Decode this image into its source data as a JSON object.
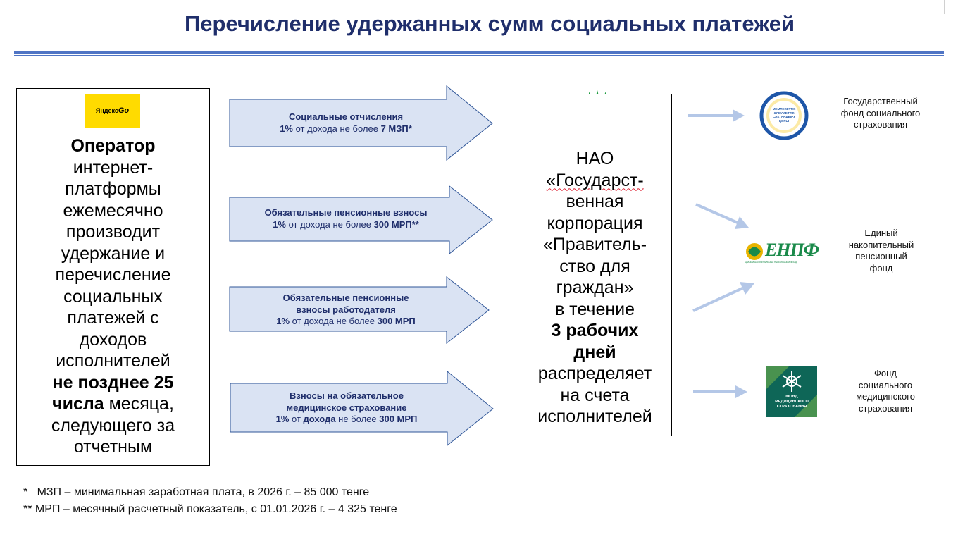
{
  "title": "Перечисление удержанных сумм социальных платежей",
  "operator": {
    "logo_text": "Яндекс",
    "logo_go": "Go",
    "line_bold": "Оператор",
    "lines": [
      "интернет-",
      "платформы",
      "ежемесячно",
      "производит",
      "удержание и",
      "перечисление",
      "социальных",
      "платежей с",
      "доходов",
      "исполнителей"
    ],
    "deadline_bold_1": "не позднее 25",
    "deadline_bold_2": "числа",
    "deadline_tail": " месяца,",
    "deadline_lines": [
      "следующего за",
      "отчетным"
    ]
  },
  "flows": [
    {
      "title_lines": [
        "Социальные отчисления"
      ],
      "pct": "1%",
      "mid": " от дохода не более ",
      "limit": "7 МЗП*",
      "mid_bold": false
    },
    {
      "title_lines": [
        "Обязательные пенсионные взносы"
      ],
      "pct": "1%",
      "mid": " от дохода не более ",
      "limit": "300 МРП**",
      "mid_bold": false
    },
    {
      "title_lines": [
        "Обязательные пенсионные",
        "взносы работодателя"
      ],
      "pct": "1%",
      "mid": " от дохода не более ",
      "limit": "300 МРП",
      "mid_bold": false
    },
    {
      "title_lines": [
        "Взносы на обязательное",
        "медицинское страхование"
      ],
      "pct": "1%",
      "mid_a": " от ",
      "mid_b": "дохода",
      "mid_c": " не более ",
      "limit": "300 МРП"
    }
  ],
  "corp": {
    "l1": "НАО",
    "l2": "«Государст-",
    "l3": "венная",
    "l4": "корпорация",
    "l5": "«Правитель-",
    "l6": "ство для",
    "l7": "граждан»",
    "l8": "в течение",
    "l9": "3 рабочих",
    "l10": "дней",
    "l11": "распределяет",
    "l12": "на счета",
    "l13": "исполнителей"
  },
  "recipients": [
    {
      "logo_text_lines": [
        "МЕМЛЕКЕТТІК",
        "ӘЛЕУМЕТТІК",
        "САҚТАНДЫРУ",
        "ҚОРЫ"
      ],
      "lines": [
        "Государственный",
        "фонд социального",
        "страхования"
      ]
    },
    {
      "logo_text": "ЕНПФ",
      "logo_sub": "ЕДИНЫЙ НАКОПИТЕЛЬНЫЙ ПЕНСИОННЫЙ ФОНД",
      "lines": [
        "Единый",
        "накопительный",
        "пенсионный",
        "фонд"
      ]
    },
    {
      "logo_text_lines": [
        "ФОНД",
        "МЕДИЦИНСКОГО",
        "СТРАХОВАНИЯ"
      ],
      "lines": [
        "Фонд",
        "социального",
        "медицинского",
        "страхования"
      ]
    }
  ],
  "footnotes": [
    "*   МЗП – минимальная заработная плата, в 2026 г. – 85 000 тенге",
    "** МРП – месячный расчетный показатель, с 01.01.2026 г. – 4 325 тенге"
  ],
  "colors": {
    "title": "#1f2e6b",
    "arrow_fill": "#dae3f3",
    "arrow_stroke": "#2f5597",
    "rule": "#4f74c4",
    "connector": "#b4c7e7",
    "yandex": "#ffdb00"
  }
}
